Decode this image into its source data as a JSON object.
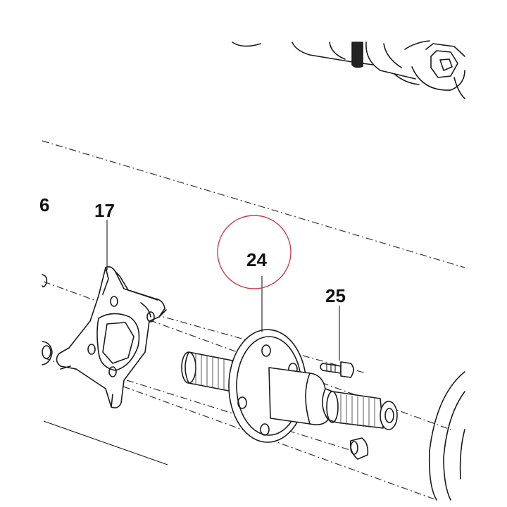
{
  "callouts": {
    "part_6": "6",
    "part_17": "17",
    "part_24": "24",
    "part_25": "25"
  },
  "colors": {
    "line": "#1a1a1a",
    "highlight_circle": "#c0404a",
    "background": "#ffffff"
  }
}
